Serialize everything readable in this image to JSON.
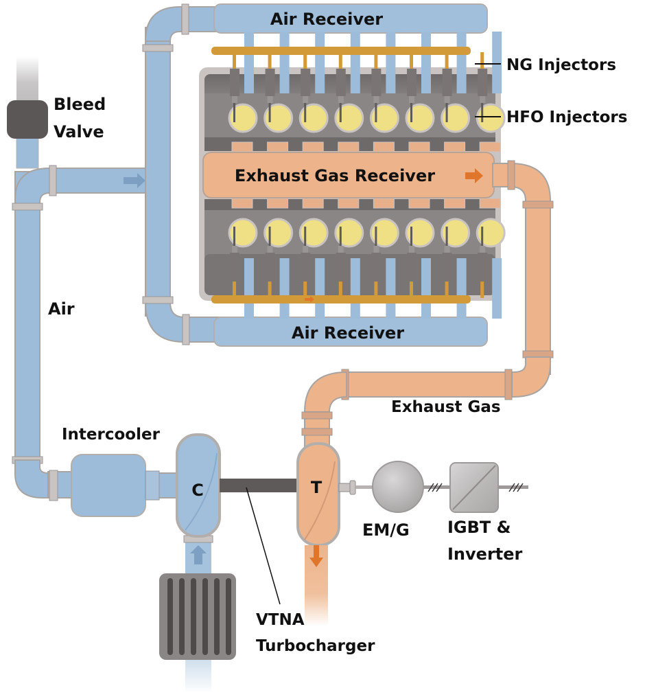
{
  "diagram": {
    "type": "engine schematic",
    "labels": {
      "air_receiver_top": "Air Receiver",
      "air_receiver_bottom": "Air Receiver",
      "ng_injectors": "NG Injectors",
      "hfo_injectors": "HFO Injectors",
      "bleed_valve_line1": "Bleed",
      "bleed_valve_line2": "Valve",
      "exhaust_gas_receiver": "Exhaust Gas Receiver",
      "air": "Air",
      "exhaust_gas": "Exhaust Gas",
      "intercooler": "Intercooler",
      "compressor": "C",
      "turbine": "T",
      "emg": "EM/G",
      "igbt_line1": "IGBT &",
      "igbt_line2": "Inverter",
      "vtna_line1": "VTNA",
      "vtna_line2": "Turbocharger"
    },
    "cylinders_per_bank": 8,
    "banks": 2,
    "colors": {
      "air": "#9dbcd9",
      "air_dark": "#7c9fc2",
      "exhaust": "#edb48c",
      "exhaust_arrow": "#e0762b",
      "fuel_rail": "#d39a3a",
      "engine_block": "#8a8686",
      "engine_frame": "#c9c4c2",
      "cylinder": "#efe086",
      "injector": "#7a7574",
      "shaft": "#5e5a5a"
    }
  }
}
